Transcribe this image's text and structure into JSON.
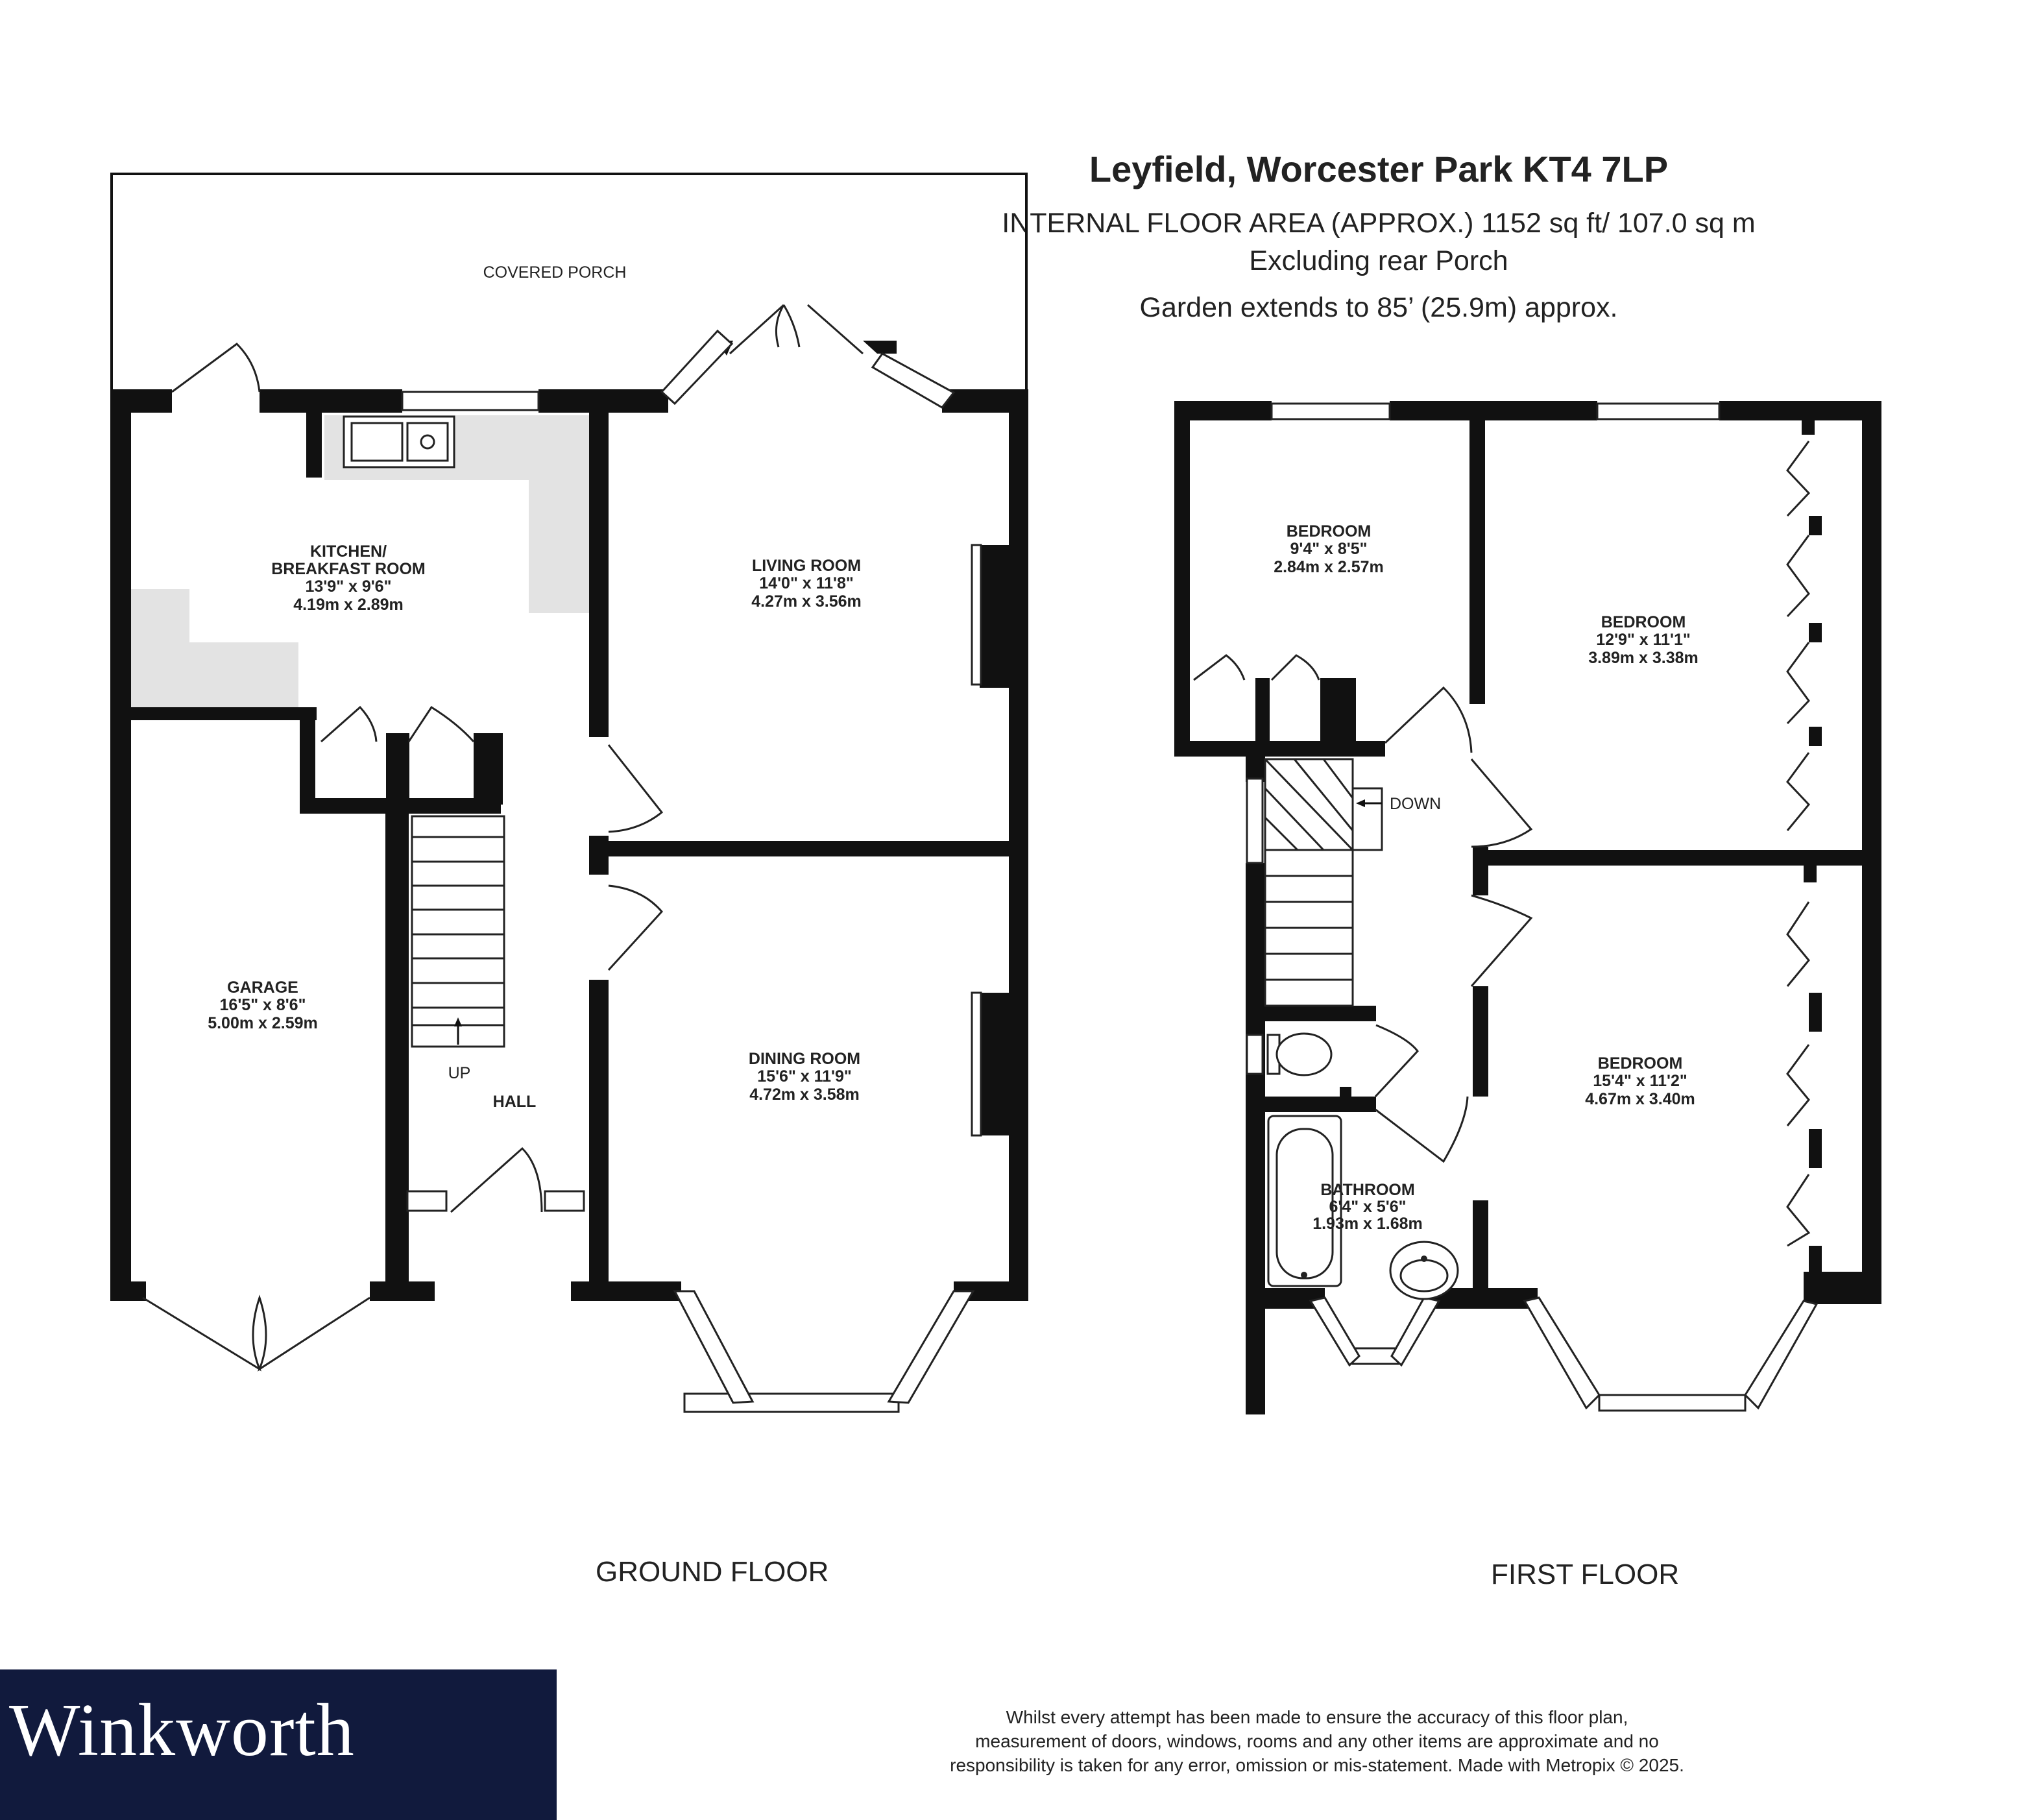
{
  "header": {
    "title": "Leyfield, Worcester Park KT4 7LP",
    "area": "INTERNAL FLOOR AREA (APPROX.) 1152 sq ft/ 107.0 sq m",
    "exclusion": "Excluding rear Porch",
    "garden": "Garden extends to 85’ (25.9m) approx."
  },
  "ground_floor": {
    "label": "GROUND FLOOR",
    "porch": "COVERED PORCH",
    "kitchen": {
      "name_1": "KITCHEN/",
      "name_2": "BREAKFAST ROOM",
      "imperial": "13'9\"  x 9'6\"",
      "metric": "4.19m  x 2.89m"
    },
    "living": {
      "name": "LIVING ROOM",
      "imperial": "14'0\"  x 11'8\"",
      "metric": "4.27m  x 3.56m"
    },
    "garage": {
      "name": "GARAGE",
      "imperial": "16'5\"  x 8'6\"",
      "metric": "5.00m  x 2.59m"
    },
    "dining": {
      "name": "DINING ROOM",
      "imperial": "15'6\"  x 11'9\"",
      "metric": "4.72m  x 3.58m"
    },
    "hall": "HALL",
    "up": "UP"
  },
  "first_floor": {
    "label": "FIRST FLOOR",
    "bedroom_small": {
      "name": "BEDROOM",
      "imperial": "9'4\"  x 8'5\"",
      "metric": "2.84m  x 2.57m"
    },
    "bedroom_rear": {
      "name": "BEDROOM",
      "imperial": "12'9\"  x 11'1\"",
      "metric": "3.89m  x 3.38m"
    },
    "bedroom_front": {
      "name": "BEDROOM",
      "imperial": "15'4\"  x 11'2\"",
      "metric": "4.67m  x 3.40m"
    },
    "bathroom": {
      "name": "BATHROOM",
      "imperial": "6'4\"  x 5'6\"",
      "metric": "1.93m  x 1.68m"
    },
    "down": "DOWN"
  },
  "brand": {
    "name": "Winkworth",
    "background": "#111a3d"
  },
  "disclaimer": [
    "Whilst every attempt has been made to ensure the accuracy of this floor plan,",
    "measurement of doors, windows, rooms and any other items are approximate and no",
    "responsibility is taken for any error, omission or mis-statement. Made with Metropix © 2025."
  ],
  "colors": {
    "wall": "#111111",
    "fitted_units": "#e3e3e3",
    "brand_panel": "#111a3d"
  }
}
